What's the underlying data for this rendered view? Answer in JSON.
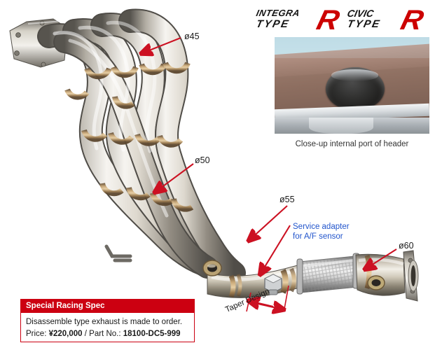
{
  "logos": [
    {
      "name": "integra-type-r",
      "line1": "INTEGRA",
      "line2": "TYPE",
      "mark": "R"
    },
    {
      "name": "civic-type-r",
      "line1": "CIVIC",
      "line2": "TYPE",
      "mark": "R"
    }
  ],
  "inset_photo": {
    "caption": "Close-up internal port of header",
    "alt": "close-up-internal-port-of-header"
  },
  "callouts": {
    "d45": "ø45",
    "d50": "ø50",
    "d55": "ø55",
    "d60": "ø60",
    "service_adapter_line1": "Service adapter",
    "service_adapter_line2": "for A/F sensor",
    "taper_design": "Taper Design"
  },
  "spec_box": {
    "header": "Special Racing Spec",
    "line1": "Disassemble type exhaust is made to order.",
    "price_label": "Price: ",
    "price_value": "¥220,000",
    "separator": " / ",
    "part_label": "Part No.: ",
    "part_value": "18100-DC5-999"
  },
  "colors": {
    "accent_red": "#cc0011",
    "arrow_red": "#cc1122",
    "link_blue": "#2255cc",
    "logo_black": "#141414"
  },
  "product": {
    "name": "4-into-1 stainless steel exhaust manifold header with braided flex joint"
  }
}
